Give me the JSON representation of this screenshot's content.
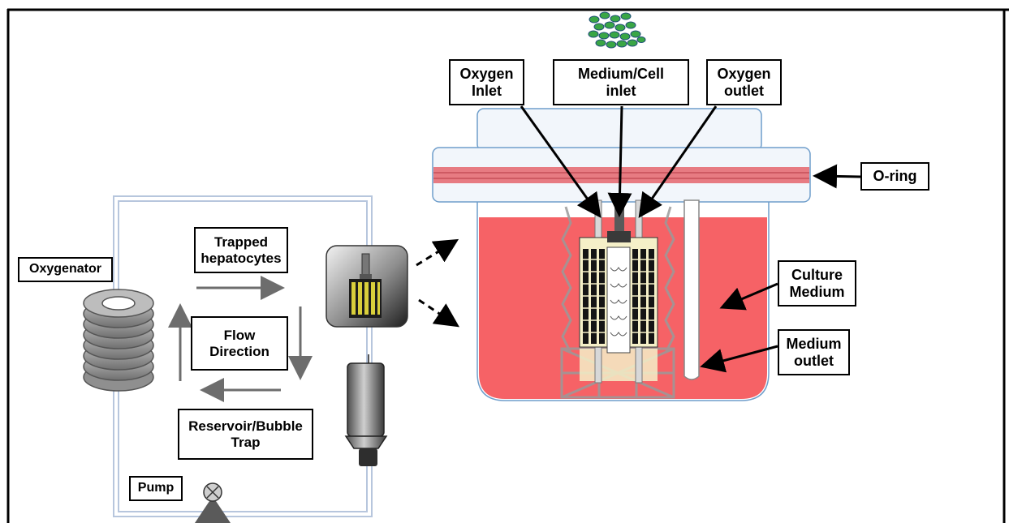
{
  "labels": {
    "oxygen_inlet": [
      "Oxygen",
      "Inlet"
    ],
    "medium_cell_inlet": [
      "Medium/Cell",
      "inlet"
    ],
    "oxygen_outlet": [
      "Oxygen",
      "outlet"
    ],
    "o_ring": "O-ring",
    "culture_medium": [
      "Culture",
      "Medium"
    ],
    "medium_outlet": [
      "Medium",
      "outlet"
    ],
    "oxygenator": "Oxygenator",
    "trapped_hepatocytes": [
      "Trapped",
      "hepatocytes"
    ],
    "flow_direction": [
      "Flow",
      "Direction"
    ],
    "reservoir_bubble_trap": [
      "Reservoir/Bubble",
      "Trap"
    ],
    "pump": "Pump"
  },
  "colors": {
    "culture_medium": "#f66266",
    "o_ring": "#e77b82",
    "tubing": "#b7c6dd",
    "lid_border": "#6f9ecb",
    "lid_fill": "#f2f6fb",
    "flow_arrow": "#6d6d6d",
    "oxygenator_ring": "#9a9a9a",
    "scaffold": "#f5f0c8"
  },
  "icons": {
    "cells": "cell-cluster-icon",
    "oxygenator": "coil-oxygenator-icon",
    "pump": "pump-icon",
    "bioreactor": "bioreactor-thumbnail-icon",
    "reservoir": "reservoir-bubble-trap-icon"
  }
}
